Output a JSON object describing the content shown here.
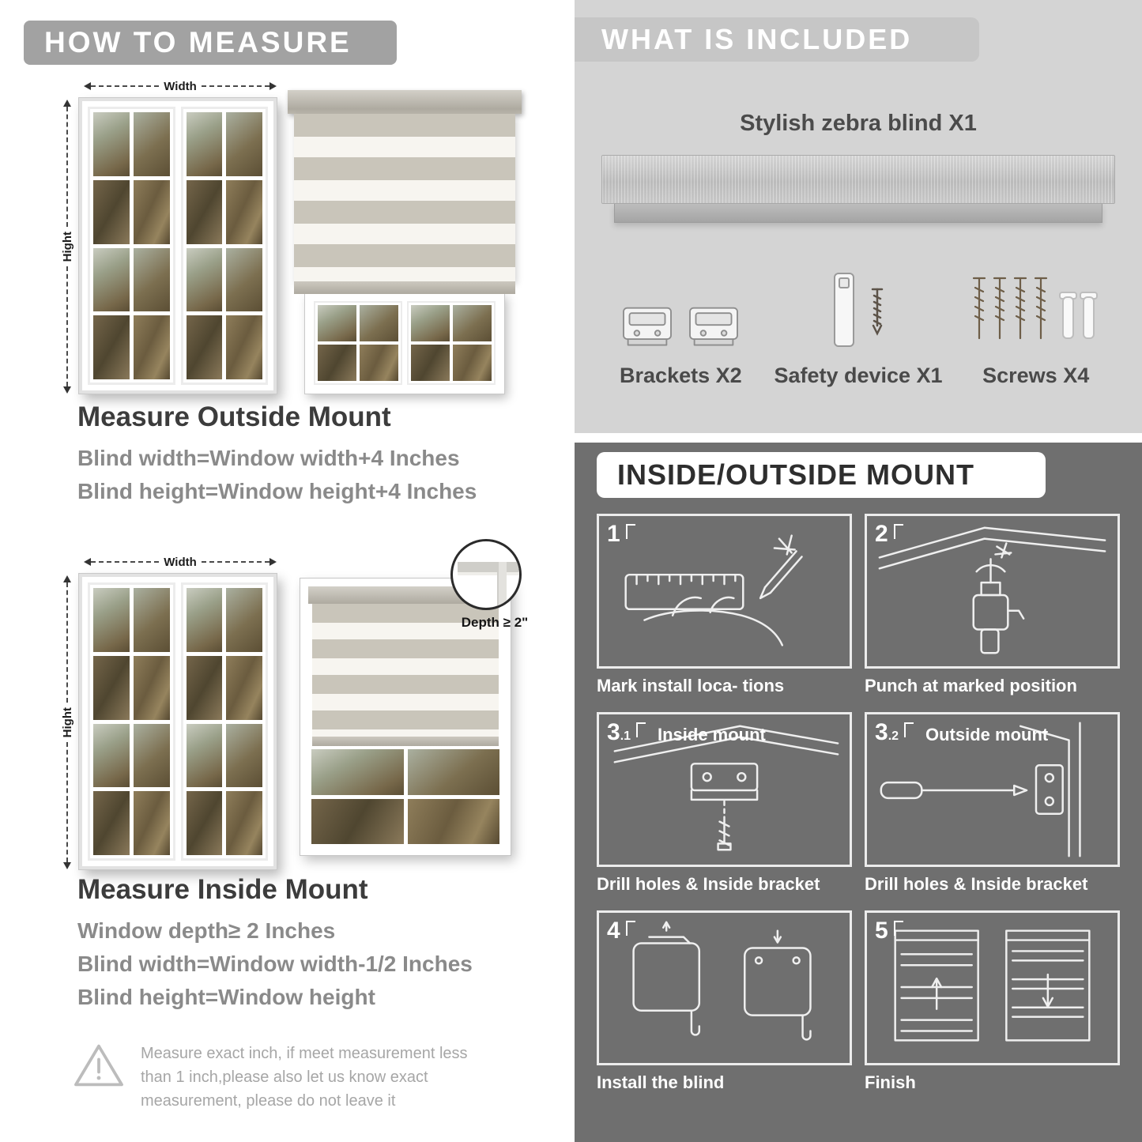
{
  "colors": {
    "left_banner": "#a2a2a2",
    "included_bg": "#d4d4d4",
    "included_banner": "#c6c6c6",
    "mount_bg": "#6f6f6f",
    "heading_dark": "#3c3c3c",
    "body_gray": "#8a8a8a"
  },
  "left": {
    "header": "HOW TO MEASURE",
    "labels": {
      "width": "Width",
      "height": "Hight"
    },
    "outside": {
      "title": "Measure Outside Mount",
      "line1": "Blind width=Window width+4 Inches",
      "line2": "Blind height=Window height+4 Inches"
    },
    "inside": {
      "title": "Measure Inside Mount",
      "depth_label": "Depth ≥ 2\"",
      "line1": "Window depth≥ 2 Inches",
      "line2": "Blind width=Window width-1/2 Inches",
      "line3": "Blind height=Window height"
    },
    "warning": {
      "icon": "warning-triangle",
      "text": "Measure exact inch, if meet measurement less than 1 inch,please also let us know exact measurement, please do not leave it"
    }
  },
  "right": {
    "included": {
      "header": "WHAT IS INCLUDED",
      "product": "Stylish zebra blind X1",
      "items": [
        {
          "label": "Brackets X2",
          "icon": "bracket"
        },
        {
          "label": "Safety device X1",
          "icon": "safety-device"
        },
        {
          "label": "Screws X4",
          "icon": "screws-and-anchors"
        }
      ]
    },
    "mount": {
      "header": "INSIDE/OUTSIDE MOUNT",
      "steps": [
        {
          "num": "1",
          "sub": "",
          "title": "",
          "caption": "Mark install loca- tions"
        },
        {
          "num": "2",
          "sub": "",
          "title": "",
          "caption": "Punch at  marked position"
        },
        {
          "num": "3",
          "sub": ".1",
          "title": "Inside mount",
          "caption": "Drill holes &  Inside bracket"
        },
        {
          "num": "3",
          "sub": ".2",
          "title": "Outside mount",
          "caption": "Drill holes &  Inside bracket"
        },
        {
          "num": "4",
          "sub": "",
          "title": "",
          "caption": "Install the blind"
        },
        {
          "num": "5",
          "sub": "",
          "title": "",
          "caption": "Finish"
        }
      ]
    }
  }
}
